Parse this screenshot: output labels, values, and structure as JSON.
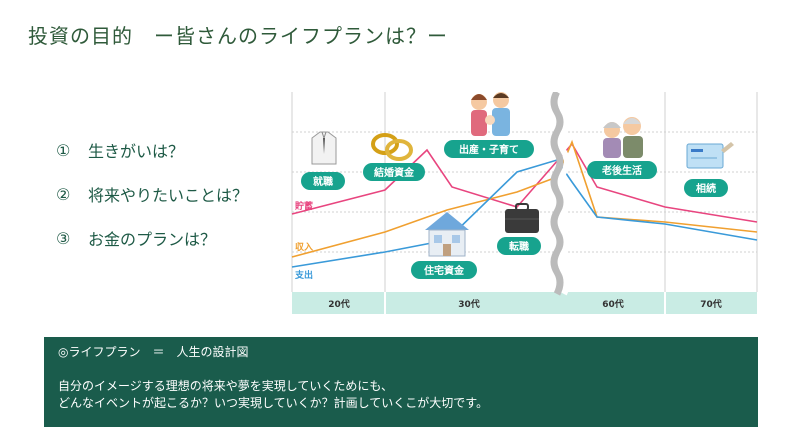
{
  "title": "投資の目的　ー皆さんのライフプランは？ー",
  "questions": [
    {
      "num": "①",
      "text": "生きがいは？"
    },
    {
      "num": "②",
      "text": "将来やりたいことは？"
    },
    {
      "num": "③",
      "text": "お金のプランは？"
    }
  ],
  "lifeplan": {
    "series_labels": {
      "savings": "貯蓄",
      "income": "収入",
      "expense": "支出"
    },
    "ages": [
      "20代",
      "30代",
      "60代",
      "70代"
    ],
    "events": [
      "就職",
      "結婚資金",
      "出産・子育て",
      "住宅資金",
      "転職",
      "老後生活",
      "相続"
    ],
    "colors": {
      "savings": "#e8457f",
      "income": "#f0a030",
      "expense": "#3a9ad9",
      "pill": "#17a38e",
      "band": "#c9ece4"
    }
  },
  "note": {
    "heading": "◎ライフプラン　＝　人生の設計図",
    "line1": "自分のイメージする理想の将来や夢を実現していくためにも、",
    "line2": "どんなイベントが起こるか？いつ実現していくか？計画していくこが大切です。"
  }
}
